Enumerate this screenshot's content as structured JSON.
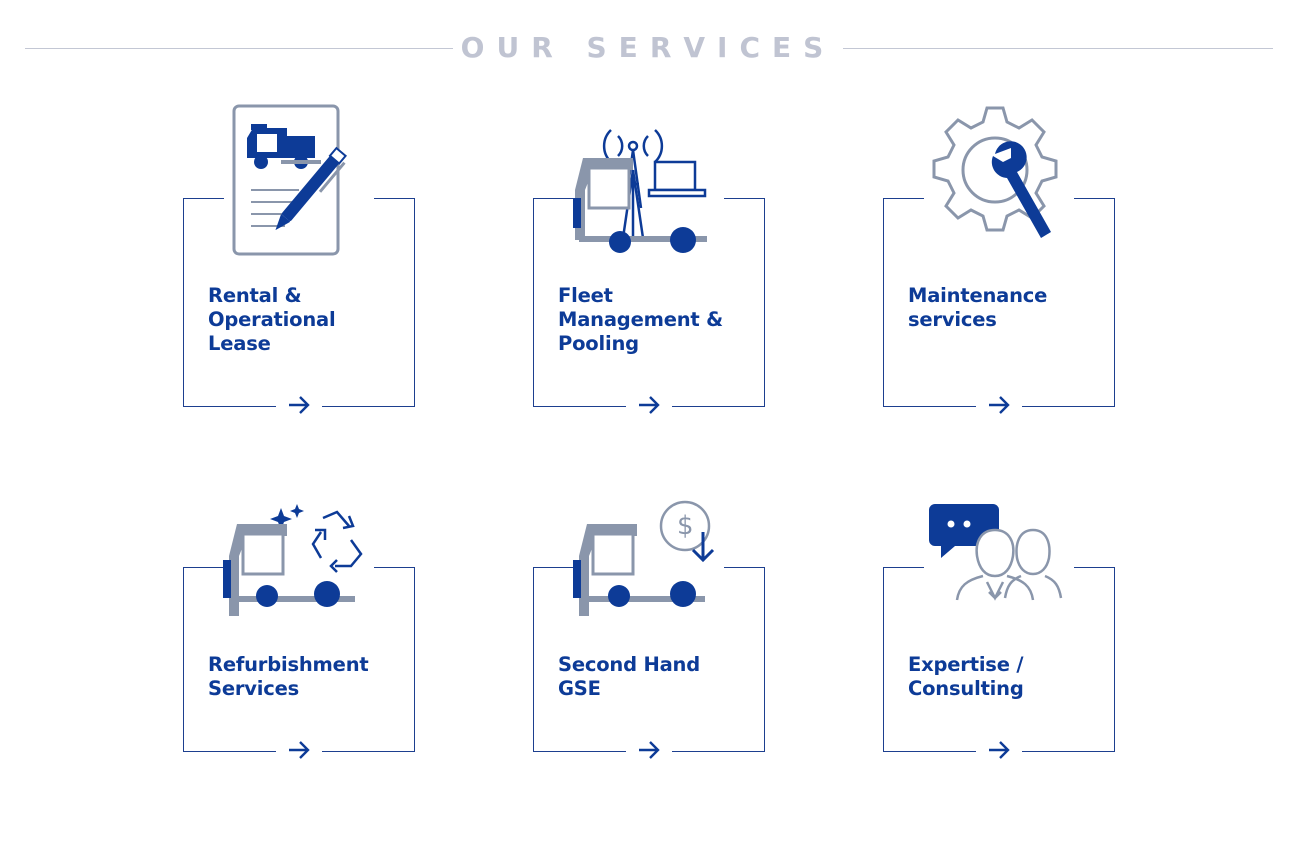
{
  "section": {
    "title": "OUR SERVICES"
  },
  "services": [
    {
      "label": "Rental &\nOperational\nLease",
      "icon": "rental-lease-icon"
    },
    {
      "label": "Fleet\nManagement &\nPooling",
      "icon": "fleet-management-icon"
    },
    {
      "label": "Maintenance\nservices",
      "icon": "maintenance-icon"
    },
    {
      "label": "Refurbishment\nServices",
      "icon": "refurbishment-icon"
    },
    {
      "label": "Second Hand\nGSE",
      "icon": "second-hand-icon"
    },
    {
      "label": "Expertise /\nConsulting",
      "icon": "consulting-icon"
    }
  ],
  "colors": {
    "primary": "#0d3b97",
    "secondary": "#8a96ab",
    "rule": "#c3c7d4",
    "title": "#c0c4d2"
  }
}
